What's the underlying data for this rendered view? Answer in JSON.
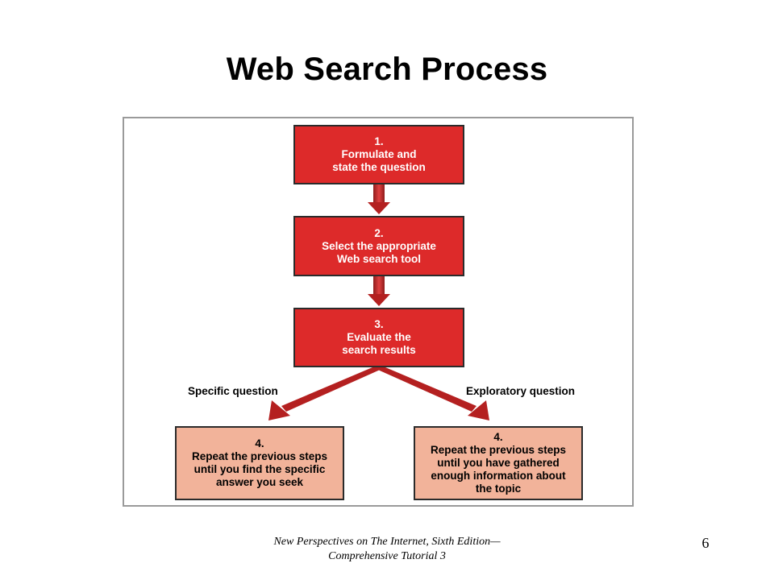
{
  "title": "Web Search Process",
  "steps": [
    {
      "num": "1.",
      "lines": [
        "Formulate and",
        "state the question"
      ]
    },
    {
      "num": "2.",
      "lines": [
        "Select the appropriate",
        "Web search tool"
      ]
    },
    {
      "num": "3.",
      "lines": [
        "Evaluate the",
        "search results"
      ]
    }
  ],
  "branches": {
    "left_label": "Specific question",
    "right_label": "Exploratory question",
    "left": {
      "num": "4.",
      "lines": [
        "Repeat the previous steps",
        "until you find the specific",
        "answer you seek"
      ]
    },
    "right": {
      "num": "4.",
      "lines": [
        "Repeat the previous steps",
        "until you have gathered",
        "enough information about",
        "the topic"
      ]
    }
  },
  "colors": {
    "step_fill": "#dd2a2a",
    "result_fill": "#f2b39a",
    "arrow": "#c62828"
  },
  "footer": {
    "line1": "New Perspectives on The Internet, Sixth Edition—",
    "line2": "Comprehensive Tutorial 3",
    "page_number": "6"
  }
}
